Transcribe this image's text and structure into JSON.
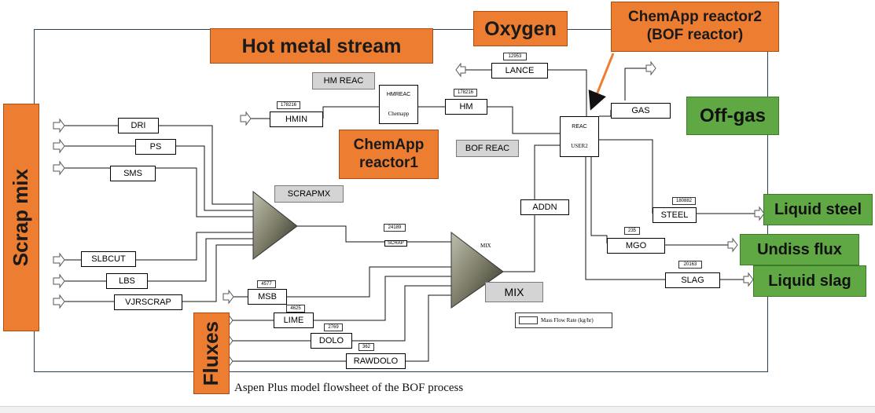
{
  "callouts": {
    "hot_metal": "Hot metal stream",
    "oxygen": "Oxygen",
    "chemapp_reactor2": "ChemApp reactor2\n(BOF reactor)",
    "off_gas": "Off-gas",
    "chemapp_reactor1": "ChemApp\nreactor1",
    "scrap_mix": "Scrap mix",
    "fluxes": "Fluxes"
  },
  "products": {
    "liquid_steel": "Liquid steel",
    "undiss_flux": "Undiss flux",
    "liquid_slag": "Liquid slag"
  },
  "labels": {
    "hm_reac": "HM REAC",
    "bof_reac": "BOF REAC",
    "scrapmx": "SCRAPMX",
    "mix": "MIX"
  },
  "streams": {
    "lance": "LANCE",
    "hm": "HM",
    "hmin": "HMIN",
    "gas": "GAS",
    "dri": "DRI",
    "ps": "PS",
    "sms": "SMS",
    "slbcut": "SLBCUT",
    "lbs": "LBS",
    "vjrscrap": "VJRSCRAP",
    "addn": "ADDN",
    "steel": "STEEL",
    "mgo": "MGO",
    "slag": "SLAG",
    "msb": "MSB",
    "lime": "LIME",
    "dolo": "DOLO",
    "rawdolo": "RAWDOLO",
    "scrap": "SCRAP"
  },
  "flows": {
    "lance": "12953",
    "hmin": "178216",
    "hm": "178216",
    "scrap": "24189",
    "steel": "180882",
    "mgo": "235",
    "slag": "20163",
    "msb": "4577",
    "lime": "4625",
    "dolo": "2769",
    "rawdolo": "362"
  },
  "blocks": {
    "hmreac_title": "HMREAC",
    "hmreac_sub": "Chemapp",
    "reac_title": "REAC",
    "reac_sub": "USER2",
    "mix_block": "MIX"
  },
  "legend": "Mass Flow Rate (kg/hr)",
  "caption": "Aspen Plus model flowsheet of the BOF process",
  "colors": {
    "callout_orange": "#ed7d31",
    "product_green": "#5fa844",
    "label_gray": "#d4d4d4",
    "frame_blue": "#2b3f56"
  }
}
